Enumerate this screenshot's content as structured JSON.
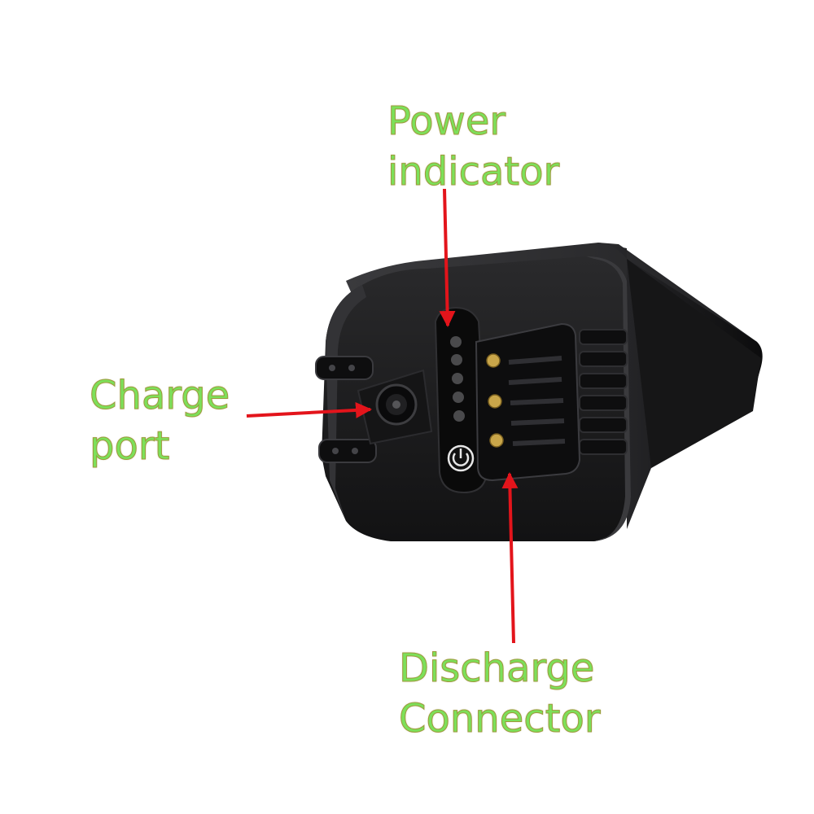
{
  "labels": {
    "power": [
      "Power",
      "indicator"
    ],
    "charge": [
      "Charge",
      "port"
    ],
    "discharge": [
      "Discharge",
      "Connector"
    ]
  },
  "colors": {
    "label_fill": "#7CE05A",
    "label_outline": "#9C9A3A",
    "arrow": "#E3141B",
    "battery_body": "#1A1A1C",
    "led_off": "#4A4A4C",
    "contact_gold": "#C9A64A"
  },
  "icons": {
    "power_button": "power-icon",
    "indicator_leds": 5,
    "contacts": 3
  }
}
